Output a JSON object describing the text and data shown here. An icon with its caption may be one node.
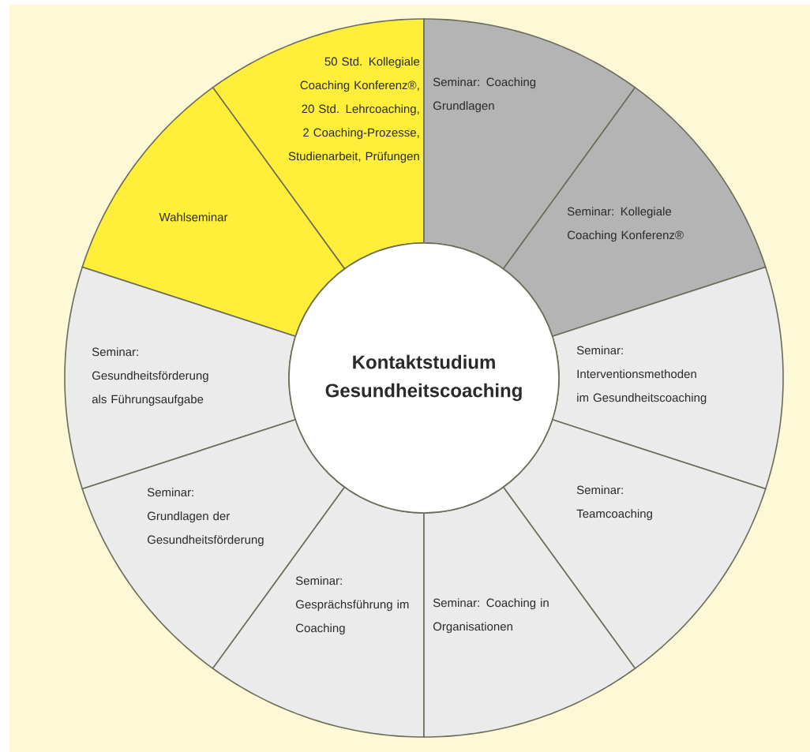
{
  "diagram": {
    "nodes": [
      {
        "text": [
          "Kontaktstudium Gesundheitscoaching"
        ]
      },
      {
        "text": [
          "50 Std. Kollegiale Coaching Konferenz®, 20 Std. Lehrcoaching, 2 Coaching-Prozesse, Studienarbeit, Prüfungen"
        ]
      },
      {
        "text": [
          "Seminar: Coaching Grundlagen"
        ]
      },
      {
        "text": [
          "Wahlseminar"
        ]
      },
      {
        "text": [
          "Seminar: Kollegiale Coaching Konferenz®"
        ]
      },
      {
        "text": [
          "Seminar: Gesundheitsförderung als Führungsaufgabe"
        ]
      },
      {
        "text": [
          "Seminar: Interventionsmethoden im Gesundheitscoaching"
        ]
      },
      {
        "text": [
          "Seminar: Grundlagen der Gesundheitsförderung"
        ]
      },
      {
        "text": [
          "Seminar: Teamcoaching"
        ]
      },
      {
        "text": [
          "Seminar: Gesprächsführung im Coaching"
        ]
      },
      {
        "text": [
          "Seminar: Coaching in Organisationen"
        ]
      }
    ]
  }
}
